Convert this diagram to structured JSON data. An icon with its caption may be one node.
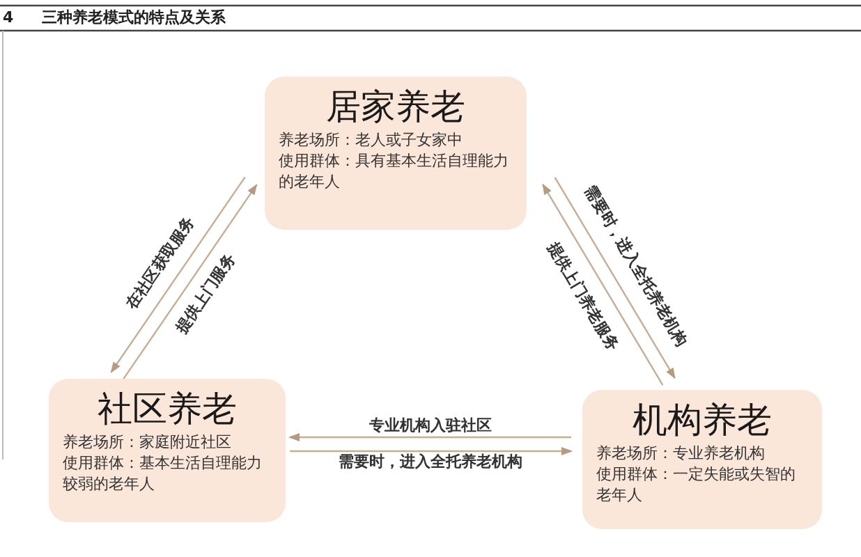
{
  "diagram": {
    "title": "三种养老模式的特点及关系",
    "nodes": [
      {
        "text": [
          "居家养老",
          "养老场所：老人或子女家中",
          "使用群体：具有基本生活自理能力的老年人"
        ]
      },
      {
        "text": [
          "社区养老",
          "养老场所：家庭附近社区",
          "使用群体：基本生活自理能力较弱的老年人"
        ]
      },
      {
        "text": [
          "机构养老",
          "养老场所：专业养老机构",
          "使用群体：一定失能或失智的老年人"
        ]
      }
    ],
    "edges": [
      {
        "from": 0,
        "to": 1,
        "arrow": "to",
        "label": "在社区获取服务"
      },
      {
        "from": 1,
        "to": 0,
        "arrow": "to",
        "label": "提供上门服务"
      },
      {
        "from": 0,
        "to": 2,
        "arrow": "to",
        "label": "需要时，进入全托养老机构"
      },
      {
        "from": 2,
        "to": 0,
        "arrow": "to",
        "label": "提供上门养老服务"
      },
      {
        "from": 2,
        "to": 1,
        "arrow": "to",
        "label": "专业机构入驻社区"
      },
      {
        "from": 1,
        "to": 2,
        "arrow": "to",
        "label": "需要时，进入全托养老机构"
      }
    ],
    "labels": [
      "4"
    ]
  }
}
